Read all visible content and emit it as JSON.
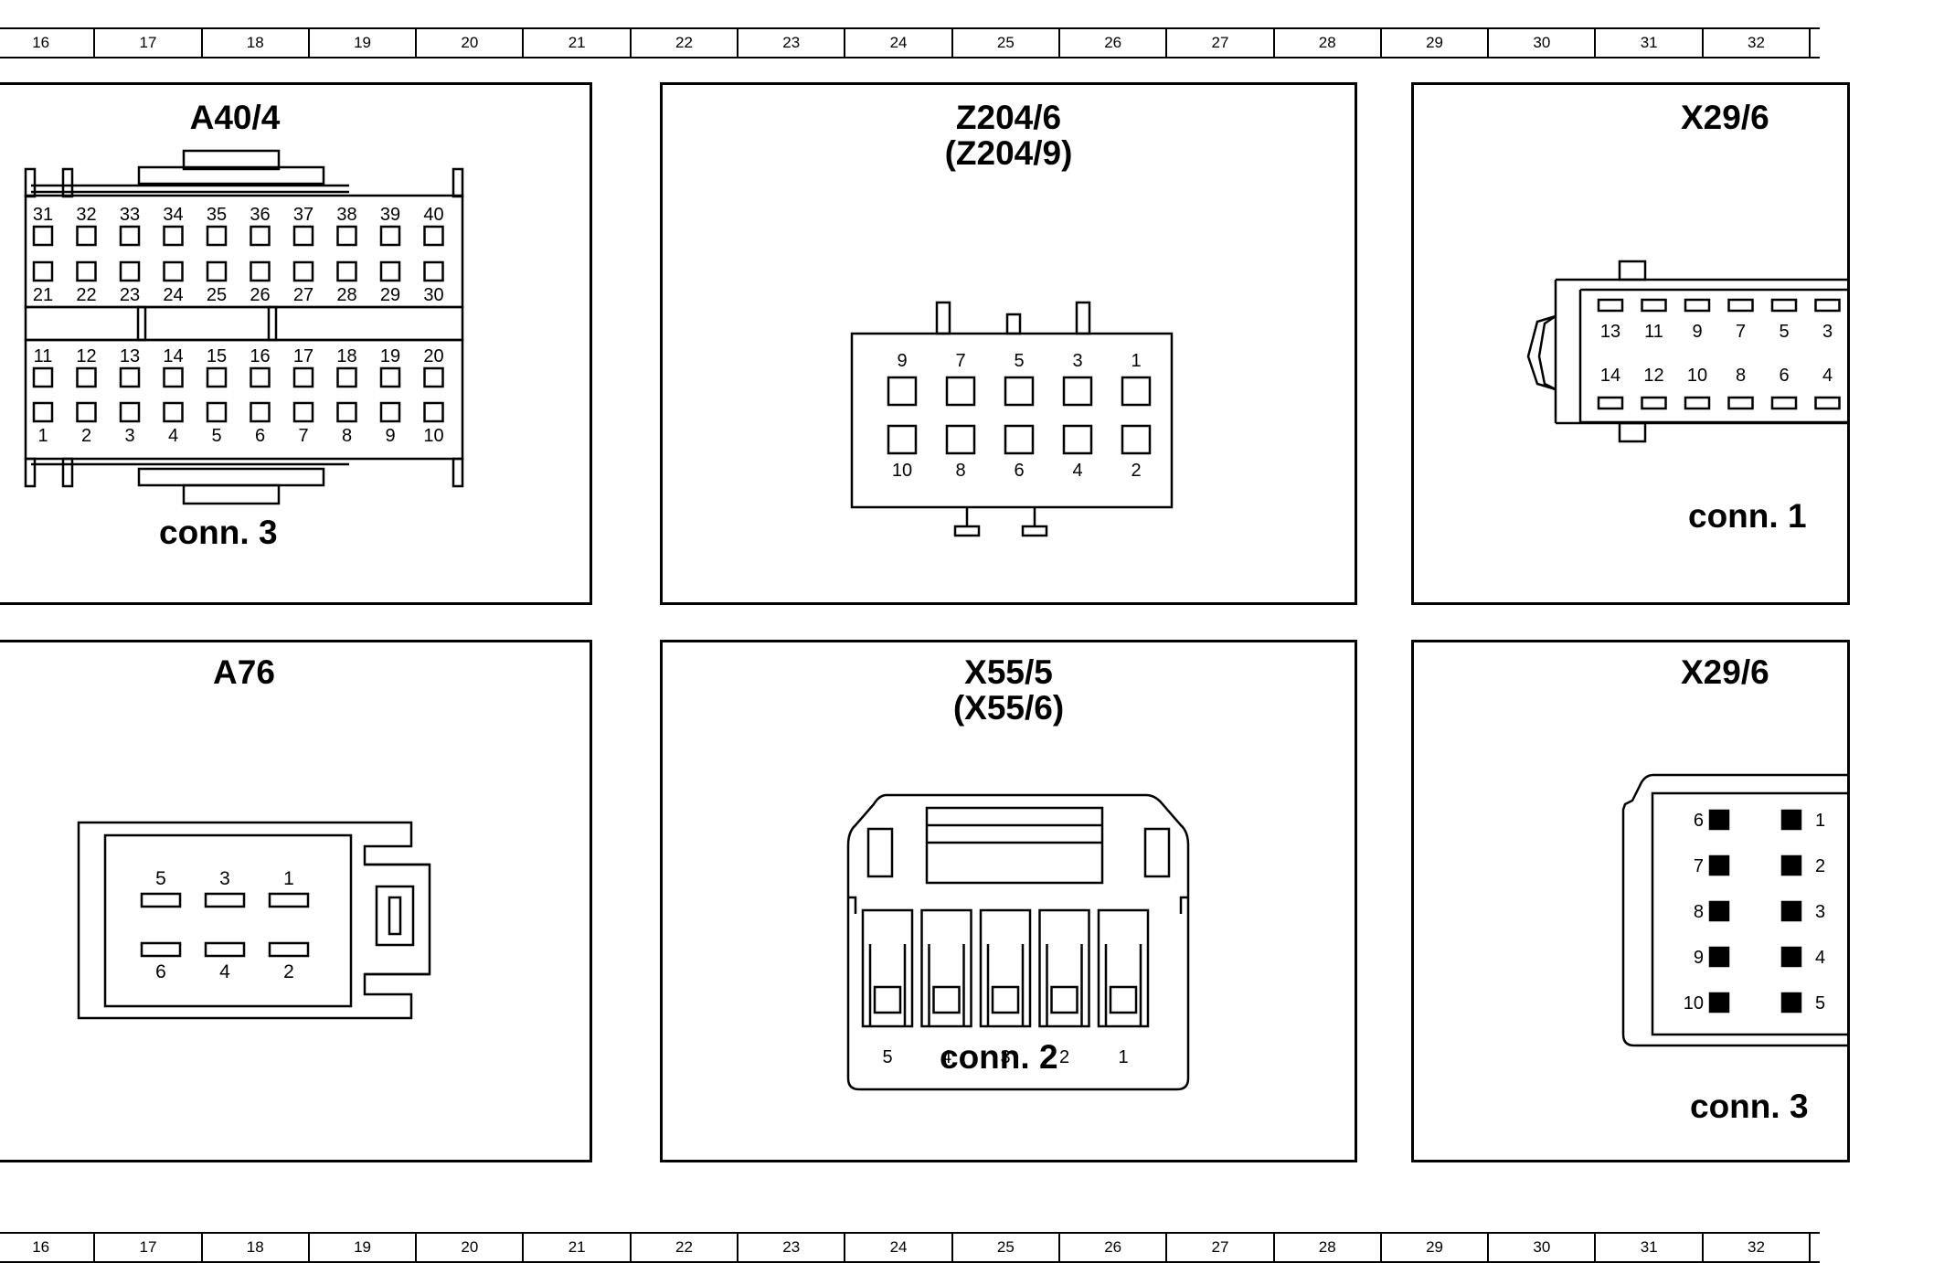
{
  "ruler": {
    "columns": [
      "16",
      "17",
      "18",
      "19",
      "20",
      "21",
      "22",
      "23",
      "24",
      "25",
      "26",
      "27",
      "28",
      "29",
      "30",
      "31",
      "32"
    ]
  },
  "panels": {
    "a40_4": {
      "title": "A40/4",
      "conn_label": "conn. 3",
      "upper_top_pins": [
        "31",
        "32",
        "33",
        "34",
        "35",
        "36",
        "37",
        "38",
        "39",
        "40"
      ],
      "upper_bottom_pins": [
        "21",
        "22",
        "23",
        "24",
        "25",
        "26",
        "27",
        "28",
        "29",
        "30"
      ],
      "lower_top_pins": [
        "11",
        "12",
        "13",
        "14",
        "15",
        "16",
        "17",
        "18",
        "19",
        "20"
      ],
      "lower_bottom_pins": [
        "1",
        "2",
        "3",
        "4",
        "5",
        "6",
        "7",
        "8",
        "9",
        "10"
      ]
    },
    "z204_6": {
      "title": "Z204/6",
      "subtitle": "(Z204/9)",
      "top_pins": [
        "9",
        "7",
        "5",
        "3",
        "1"
      ],
      "bottom_pins": [
        "10",
        "8",
        "6",
        "4",
        "2"
      ]
    },
    "x29_6_top": {
      "title": "X29/6",
      "conn_label": "conn. 1",
      "top_pins": [
        "13",
        "11",
        "9",
        "7",
        "5",
        "3"
      ],
      "bottom_pins": [
        "14",
        "12",
        "10",
        "8",
        "6",
        "4"
      ]
    },
    "a76": {
      "title": "A76",
      "top_pins": [
        "5",
        "3",
        "1"
      ],
      "bottom_pins": [
        "6",
        "4",
        "2"
      ]
    },
    "x55_5": {
      "title": "X55/5",
      "subtitle": "(X55/6)",
      "conn_label": "conn. 2",
      "pins": [
        "5",
        "4",
        "3",
        "2",
        "1"
      ]
    },
    "x29_6_bottom": {
      "title": "X29/6",
      "conn_label": "conn. 3",
      "left_pins": [
        "6",
        "7",
        "8",
        "9",
        "10"
      ],
      "right_pins": [
        "1",
        "2",
        "3",
        "4",
        "5"
      ]
    }
  }
}
